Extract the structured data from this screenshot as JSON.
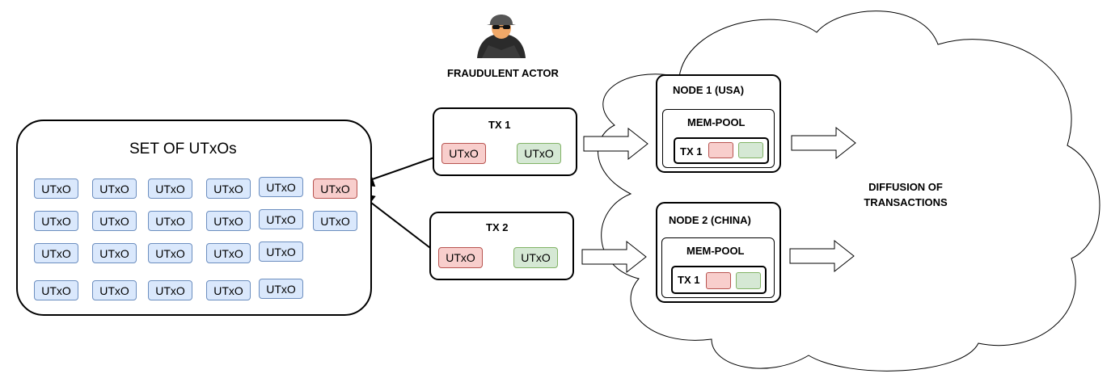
{
  "actor": {
    "label": "FRAUDULENT ACTOR",
    "icon": "hacker-icon"
  },
  "utxo_set": {
    "title": "SET OF UTxOs",
    "item_label": "UTxO",
    "rows": [
      [
        "UTxO",
        "UTxO",
        "UTxO",
        "UTxO",
        "UTxO",
        "UTxO"
      ],
      [
        "UTxO",
        "UTxO",
        "UTxO",
        "UTxO",
        "UTxO",
        "UTxO"
      ],
      [
        "UTxO",
        "UTxO",
        "UTxO",
        "UTxO",
        "UTxO"
      ],
      [
        "UTxO",
        "UTxO",
        "UTxO",
        "UTxO",
        "UTxO"
      ]
    ],
    "highlighted": "row 1, item 6"
  },
  "tx1": {
    "title": "TX 1",
    "input": "UTxO",
    "output": "UTxO"
  },
  "tx2": {
    "title": "TX 2",
    "input": "UTxO",
    "output": "UTxO"
  },
  "node1": {
    "title": "NODE 1 (USA)",
    "mempool": "MEM-POOL",
    "tx": "TX 1"
  },
  "node2": {
    "title": "NODE 2 (CHINA)",
    "mempool": "MEM-POOL",
    "tx": "TX 1"
  },
  "cloud": {
    "label_line1": "DIFFUSION OF",
    "label_line2": "TRANSACTIONS"
  },
  "colors": {
    "blue_fill": "#dae8fc",
    "blue_stroke": "#6c8ebf",
    "red_fill": "#f8cecc",
    "red_stroke": "#b85450",
    "green_fill": "#d5e8d4",
    "green_stroke": "#82b366"
  }
}
